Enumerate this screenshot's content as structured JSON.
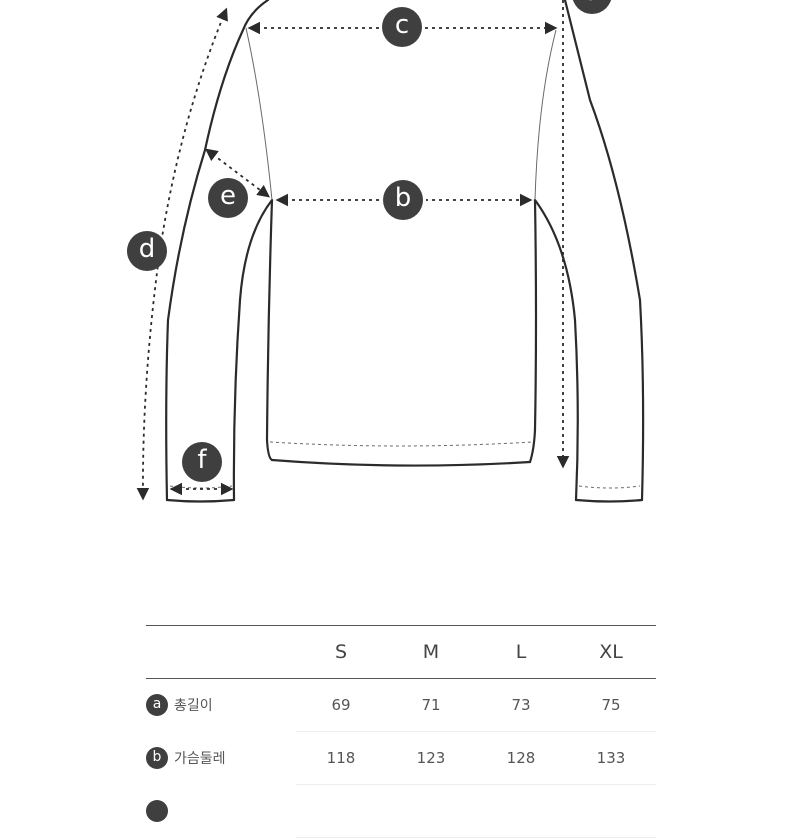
{
  "diagram": {
    "labels": {
      "a": "a",
      "b": "b",
      "c": "c",
      "d": "d",
      "e": "e",
      "f": "f"
    }
  },
  "table": {
    "columns": [
      "",
      "S",
      "M",
      "L",
      "XL"
    ],
    "rows": [
      {
        "badge": "a",
        "label": "총길이",
        "values": [
          "69",
          "71",
          "73",
          "75"
        ]
      },
      {
        "badge": "b",
        "label": "가슴둘레",
        "values": [
          "118",
          "123",
          "128",
          "133"
        ]
      },
      {
        "badge": "",
        "label": "",
        "values": [
          "",
          "",
          "",
          ""
        ]
      }
    ]
  },
  "colors": {
    "outline": "#2b2b2b",
    "badge": "#3f3f3f",
    "text": "#555555"
  }
}
